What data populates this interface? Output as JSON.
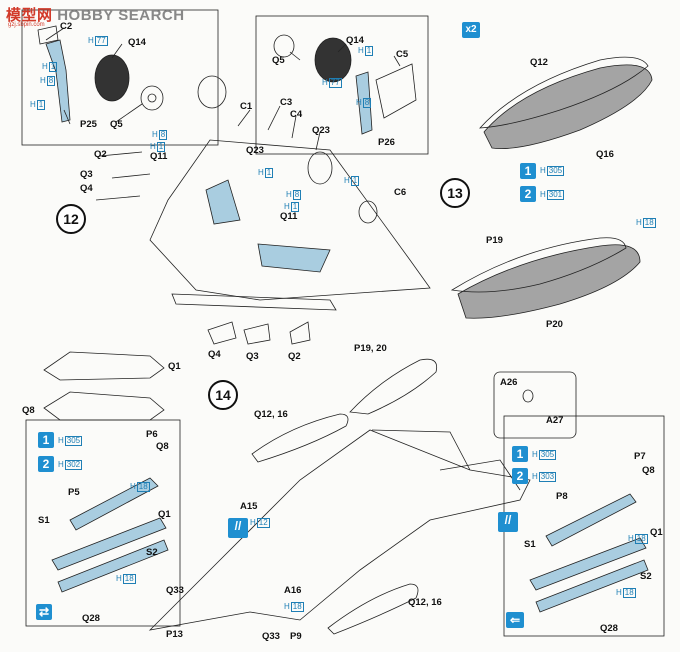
{
  "watermark": {
    "cn": "模型网",
    "en": "HOBBY SEARCH",
    "sub": "gzj.sbpin.com"
  },
  "steps": {
    "s12": "12",
    "s13": "13",
    "s14": "14"
  },
  "multiplier": "x2",
  "colors": {
    "part_blue": "#a9cde0",
    "tank_grey": "#a4a4a4",
    "accent": "#1f8fd0"
  },
  "icons": [
    "paint-fragment-icon",
    "variant-1-icon",
    "variant-2-icon",
    "rotate-arrow-icon"
  ],
  "labels": {
    "l_c2": "C2",
    "l_q14a": "Q14",
    "l_p25": "P25",
    "l_q5a": "Q5",
    "l_q14b": "Q14",
    "l_c5": "C5",
    "l_q5b": "Q5",
    "l_p26": "P26",
    "l_c1": "C1",
    "l_c3": "C3",
    "l_c4": "C4",
    "l_q23a": "Q23",
    "l_q23b": "Q23",
    "l_q2a": "Q2",
    "l_q11a": "Q11",
    "l_q3a": "Q3",
    "l_q4a": "Q4",
    "l_q11b": "Q11",
    "l_c6": "C6",
    "l_q4b": "Q4",
    "l_q3b": "Q3",
    "l_q2b": "Q2",
    "l_q12a": "Q12",
    "l_q16": "Q16",
    "l_p19": "P19",
    "l_p20": "P20",
    "l_q1a": "Q1",
    "l_q8a": "Q8",
    "l_p1920": "P19, 20",
    "l_a26": "A26",
    "l_a27": "A27",
    "l_q1216a": "Q12, 16",
    "l_a15": "A15",
    "l_a16": "A16",
    "l_q1216b": "Q12, 16",
    "l_q33a": "Q33",
    "l_q33b": "Q33",
    "l_p13": "P13",
    "l_p9": "P9",
    "l_p6": "P6",
    "l_q8b": "Q8",
    "l_p5": "P5",
    "l_q1b": "Q1",
    "l_s1a": "S1",
    "l_s2a": "S2",
    "l_q28a": "Q28",
    "l_p7": "P7",
    "l_q8c": "Q8",
    "l_p8": "P8",
    "l_q1c": "Q1",
    "l_s1b": "S1",
    "l_s2b": "S2",
    "l_q28b": "Q28"
  },
  "paint": {
    "h77a": "77",
    "h1a": "1",
    "h8a": "8",
    "h1b": "1",
    "h1c": "1",
    "h77b": "77",
    "h8b": "8",
    "h8c": "8",
    "h1d": "1",
    "h1e": "1",
    "h8d": "8",
    "h1f": "1",
    "h1g": "1",
    "h305a": "305",
    "h301": "301",
    "h18a": "18",
    "h305b": "305",
    "h302": "302",
    "h18b": "18",
    "h12": "12",
    "h18c": "18",
    "h305c": "305",
    "h303": "303",
    "h18d": "18",
    "h18e": "18",
    "h18f": "18"
  }
}
